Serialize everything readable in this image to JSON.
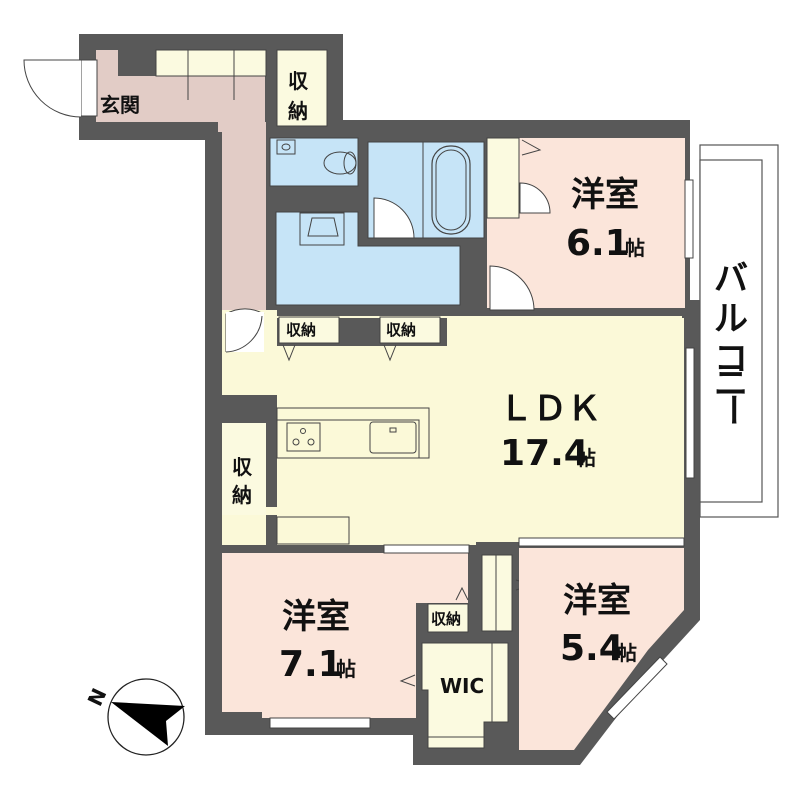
{
  "colors": {
    "wall": "#595959",
    "entrance": "#e2ccc6",
    "wet": "#c6e4f7",
    "bedroom": "#fbe5da",
    "ldk": "#fbf9d8",
    "storage": "#fbfae0",
    "balcony": "#ffffff",
    "text": "#111111"
  },
  "rooms": {
    "entrance": {
      "label": "玄関"
    },
    "entrance_storage": {
      "label_1": "収",
      "label_2": "納"
    },
    "western_room_1": {
      "label": "洋室",
      "size": "6.1",
      "unit": "帖"
    },
    "ldk": {
      "label": "ＬＤＫ",
      "size": "17.4",
      "unit": "帖"
    },
    "ldk_storage_1": {
      "label": "収納"
    },
    "ldk_storage_2": {
      "label": "収納"
    },
    "ldk_storage_side": {
      "label_1": "収",
      "label_2": "納"
    },
    "western_room_2": {
      "label": "洋室",
      "size": "7.1",
      "unit": "帖"
    },
    "room2_storage": {
      "label": "収納"
    },
    "wic": {
      "label": "WIC"
    },
    "western_room_3": {
      "label": "洋室",
      "size": "5.4",
      "unit": "帖"
    },
    "balcony": {
      "label_chars": [
        "バ",
        "ル",
        "コ",
        "ニ",
        "ー"
      ]
    }
  },
  "compass": {
    "label": "N"
  }
}
